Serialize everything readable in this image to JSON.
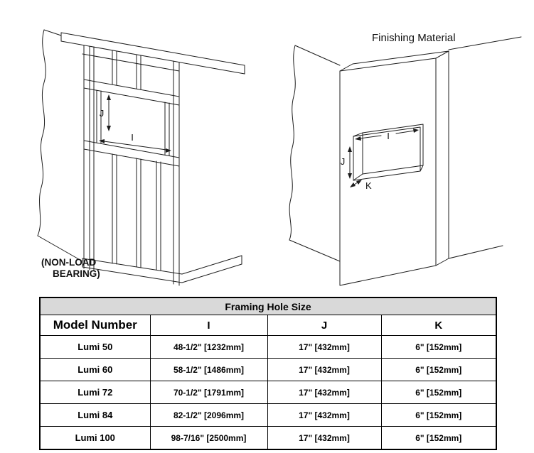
{
  "diagram_left": {
    "caption_line1": "(NON-LOAD",
    "caption_line2": "BEARING)",
    "label_i": "I",
    "label_j": "J"
  },
  "diagram_right": {
    "title": "Finishing Material",
    "label_i": "I",
    "label_j": "J",
    "label_k": "K"
  },
  "table": {
    "title": "Framing Hole Size",
    "columns": [
      "Model Number",
      "I",
      "J",
      "K"
    ],
    "rows": [
      {
        "model": "Lumi 50",
        "i": "48-1/2\" [1232mm]",
        "j": "17\" [432mm]",
        "k": "6\" [152mm]"
      },
      {
        "model": "Lumi 60",
        "i": "58-1/2\" [1486mm]",
        "j": "17\" [432mm]",
        "k": "6\" [152mm]"
      },
      {
        "model": "Lumi 72",
        "i": "70-1/2\" [1791mm]",
        "j": "17\" [432mm]",
        "k": "6\" [152mm]"
      },
      {
        "model": "Lumi 84",
        "i": "82-1/2\" [2096mm]",
        "j": "17\" [432mm]",
        "k": "6\" [152mm]"
      },
      {
        "model": "Lumi 100",
        "i": "98-7/16\" [2500mm]",
        "j": "17\" [432mm]",
        "k": "6\" [152mm]"
      }
    ]
  }
}
